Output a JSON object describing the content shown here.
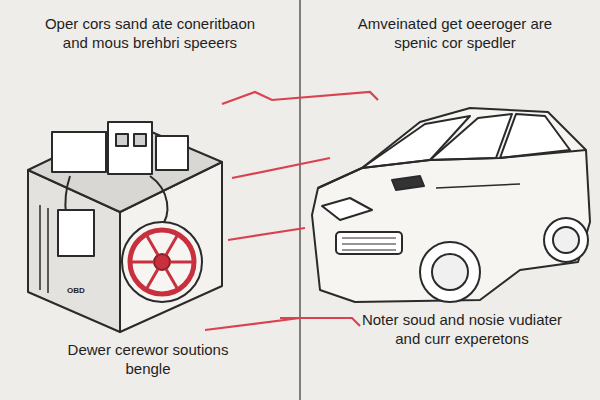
{
  "diagram": {
    "labels": [
      "Oper cors sand ate coneritbaon and mous brehbri speeers",
      "Amveinated get oeeroger are spenic cor spedler",
      "Dewer cerewor soutions bengle",
      "Noter soud and nosie vudiater and curr experetons",
      "OBD"
    ]
  }
}
